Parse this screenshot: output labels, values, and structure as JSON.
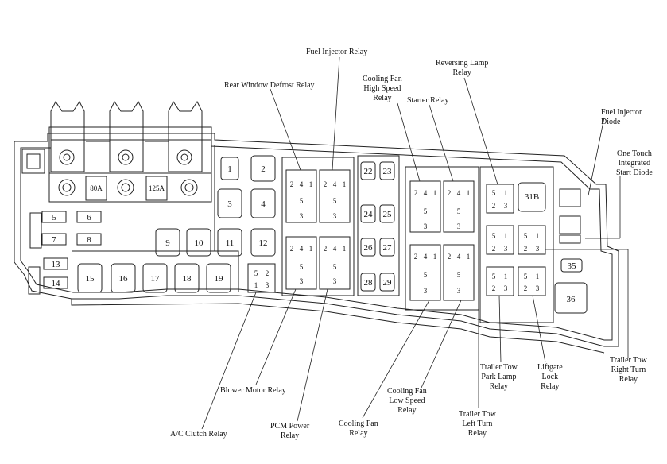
{
  "labels": {
    "fuel_injector_relay": "Fuel Injector Relay",
    "rear_window_defrost_relay": "Rear Window Defrost Relay",
    "cooling_fan_high_speed_relay": [
      "Cooling Fan",
      "High Speed",
      "Relay"
    ],
    "starter_relay": "Starter Relay",
    "reversing_lamp_relay": [
      "Reversing Lamp",
      "Relay"
    ],
    "fuel_injector_diode": [
      "Fuel Injector",
      "Diode"
    ],
    "one_touch_start_diode": [
      "One Touch",
      "Integrated",
      "Start Diode"
    ],
    "trailer_tow_right_turn_relay": [
      "Trailer Tow",
      "Right Turn",
      "Relay"
    ],
    "liftgate_lock_relay": [
      "Liftgate",
      "Lock",
      "Relay"
    ],
    "trailer_tow_park_lamp_relay": [
      "Trailer Tow",
      "Park Lamp",
      "Relay"
    ],
    "trailer_tow_left_turn_relay": [
      "Trailer Tow",
      "Left Turn",
      "Relay"
    ],
    "cooling_fan_low_speed_relay": [
      "Cooling Fan",
      "Low Speed",
      "Relay"
    ],
    "cooling_fan_relay": [
      "Cooling Fan",
      "Relay"
    ],
    "pcm_power_relay": [
      "PCM Power",
      "Relay"
    ],
    "blower_motor_relay": "Blower Motor Relay",
    "ac_clutch_relay": "A/C Clutch Relay"
  },
  "fuses": {
    "f80a": "80A",
    "f125a": "125A",
    "f1": "1",
    "f2": "2",
    "f3": "3",
    "f4": "4",
    "f5": "5",
    "f6": "6",
    "f7": "7",
    "f8": "8",
    "f9": "9",
    "f10": "10",
    "f11": "11",
    "f12": "12",
    "f13": "13",
    "f14": "14",
    "f15": "15",
    "f16": "16",
    "f17": "17",
    "f18": "18",
    "f19": "19",
    "f22": "22",
    "f23": "23",
    "f24": "24",
    "f25": "25",
    "f26": "26",
    "f27": "27",
    "f28": "28",
    "f29": "29",
    "f31b": "31B",
    "f35": "35",
    "f36": "36"
  },
  "pins": {
    "p1": "1",
    "p2": "2",
    "p3": "3",
    "p4": "4",
    "p5": "5"
  }
}
